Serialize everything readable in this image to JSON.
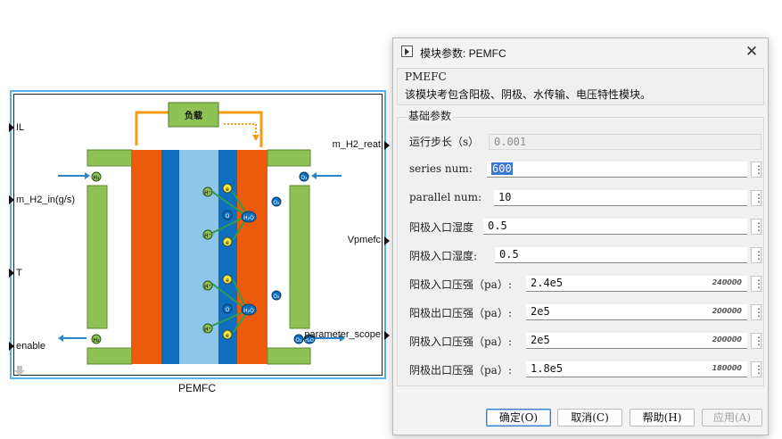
{
  "block": {
    "name": "PEMFC",
    "load_label": "负载",
    "inputs": [
      "IL",
      "m_H2_in(g/s)",
      "T",
      "enable"
    ],
    "outputs": [
      "m_H2_reat",
      "Vpmefc",
      "parameter_scope"
    ],
    "markers": {
      "h2": "H₂",
      "o2": "O₂",
      "h_plus": "H⁺",
      "electron": "e",
      "oxygen": "O",
      "water": "H₂O"
    },
    "colors": {
      "flow_plate": "#8fc255",
      "electrode": "#ec5a0c",
      "membrane_edge": "#0d6fbd",
      "membrane": "#8ec5ea",
      "circuit": "#f29b13",
      "arrow": "#2b86c9"
    }
  },
  "dialog": {
    "title": "模块参数: PEMFC",
    "desc_group": "PMEFC",
    "description": "该模块考包含阳极、阴极、水传输、电压特性模块。",
    "params_group": "基础参数",
    "params": [
      {
        "label": "运行步长（s）",
        "value": "0.001",
        "hint": "",
        "disabled": true
      },
      {
        "label": "series num:",
        "value": "600",
        "hint": "",
        "selected": true
      },
      {
        "label": "parallel num:",
        "value": "10",
        "hint": ""
      },
      {
        "label": "阳极入口湿度",
        "value": "0.5",
        "hint": ""
      },
      {
        "label": "阴极入口湿度:",
        "value": "0.5",
        "hint": ""
      },
      {
        "label": "阳极入口压强（pa）:",
        "value": "2.4e5",
        "hint": "240000"
      },
      {
        "label": "阳极出口压强（pa）:",
        "value": "2e5",
        "hint": "200000"
      },
      {
        "label": "阴极入口压强（pa）:",
        "value": "2e5",
        "hint": "200000"
      },
      {
        "label": "阴极出口压强（pa）:",
        "value": "1.8e5",
        "hint": "180000"
      }
    ],
    "buttons": {
      "ok": "确定(O)",
      "cancel": "取消(C)",
      "help": "帮助(H)",
      "apply": "应用(A)"
    }
  }
}
